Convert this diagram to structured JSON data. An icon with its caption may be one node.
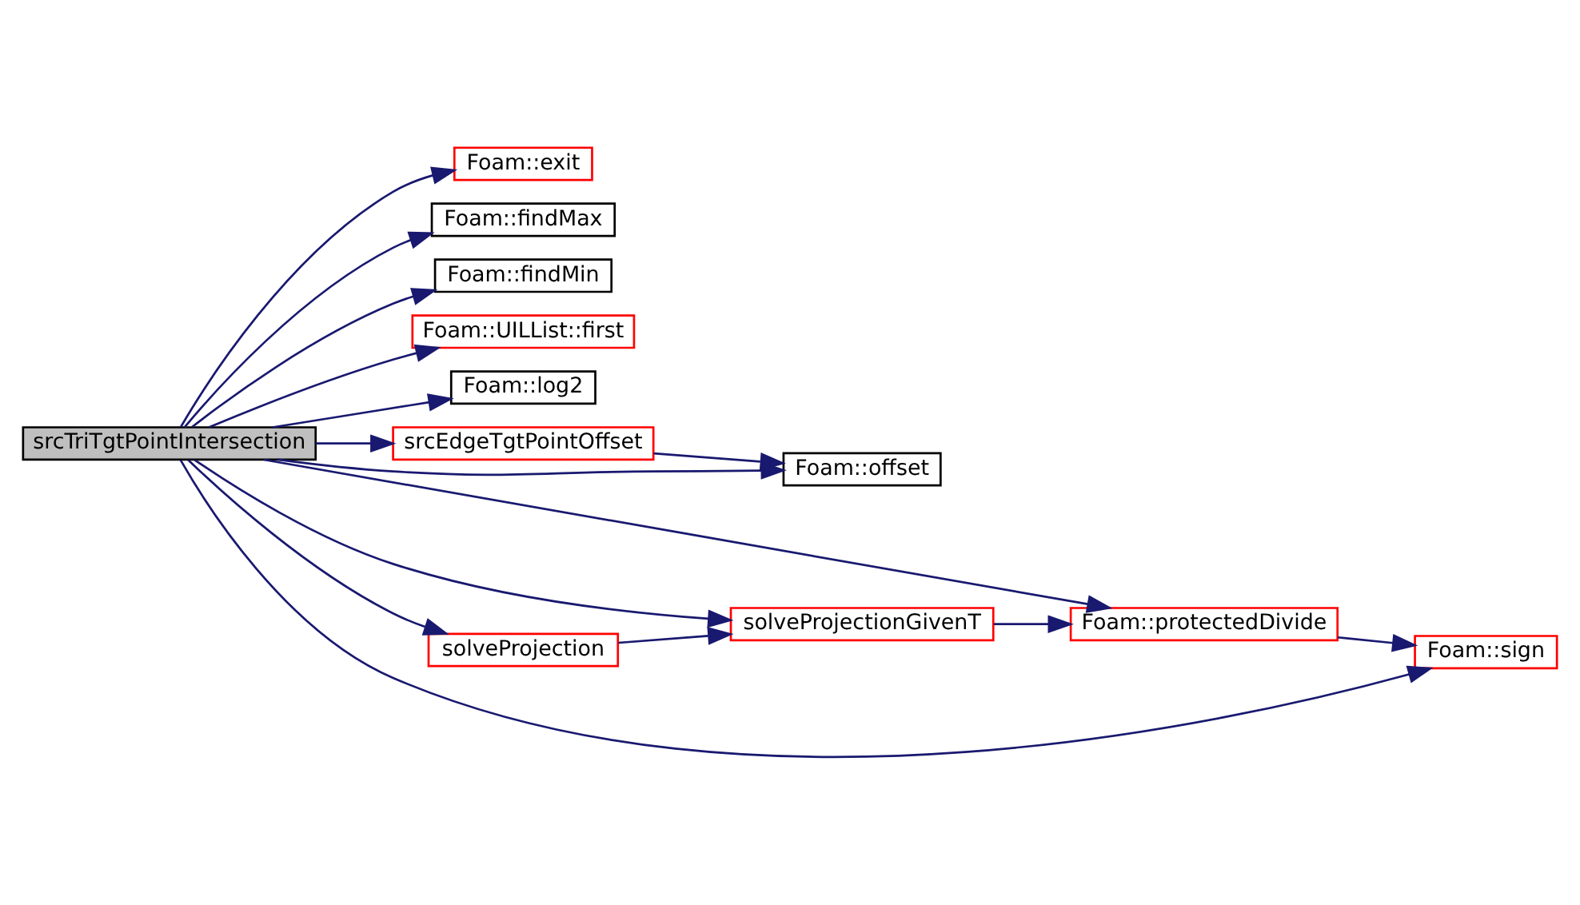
{
  "diagram": {
    "nodes": [
      {
        "text": [
          "srcTriTgtPointIntersection"
        ]
      },
      {
        "text": [
          "Foam::exit"
        ]
      },
      {
        "text": [
          "Foam::findMax"
        ]
      },
      {
        "text": [
          "Foam::findMin"
        ]
      },
      {
        "text": [
          "Foam::UILList::first"
        ]
      },
      {
        "text": [
          "Foam::log2"
        ]
      },
      {
        "text": [
          "srcEdgeTgtPointOffset"
        ]
      },
      {
        "text": [
          "Foam::offset"
        ]
      },
      {
        "text": [
          "Foam::protectedDivide"
        ]
      },
      {
        "text": [
          "solveProjectionGivenT"
        ]
      },
      {
        "text": [
          "solveProjection"
        ]
      },
      {
        "text": [
          "Foam::sign"
        ]
      }
    ],
    "edges": [
      {
        "from": 0,
        "to": 1,
        "arrow": "to"
      },
      {
        "from": 0,
        "to": 2,
        "arrow": "to"
      },
      {
        "from": 0,
        "to": 3,
        "arrow": "to"
      },
      {
        "from": 0,
        "to": 4,
        "arrow": "to"
      },
      {
        "from": 0,
        "to": 5,
        "arrow": "to"
      },
      {
        "from": 0,
        "to": 6,
        "arrow": "to"
      },
      {
        "from": 0,
        "to": 7,
        "arrow": "to"
      },
      {
        "from": 0,
        "to": 8,
        "arrow": "to"
      },
      {
        "from": 0,
        "to": 9,
        "arrow": "to"
      },
      {
        "from": 0,
        "to": 10,
        "arrow": "to"
      },
      {
        "from": 0,
        "to": 11,
        "arrow": "to"
      },
      {
        "from": 6,
        "to": 7,
        "arrow": "to"
      },
      {
        "from": 10,
        "to": 9,
        "arrow": "to"
      },
      {
        "from": 9,
        "to": 8,
        "arrow": "to"
      },
      {
        "from": 8,
        "to": 11,
        "arrow": "to"
      }
    ]
  }
}
